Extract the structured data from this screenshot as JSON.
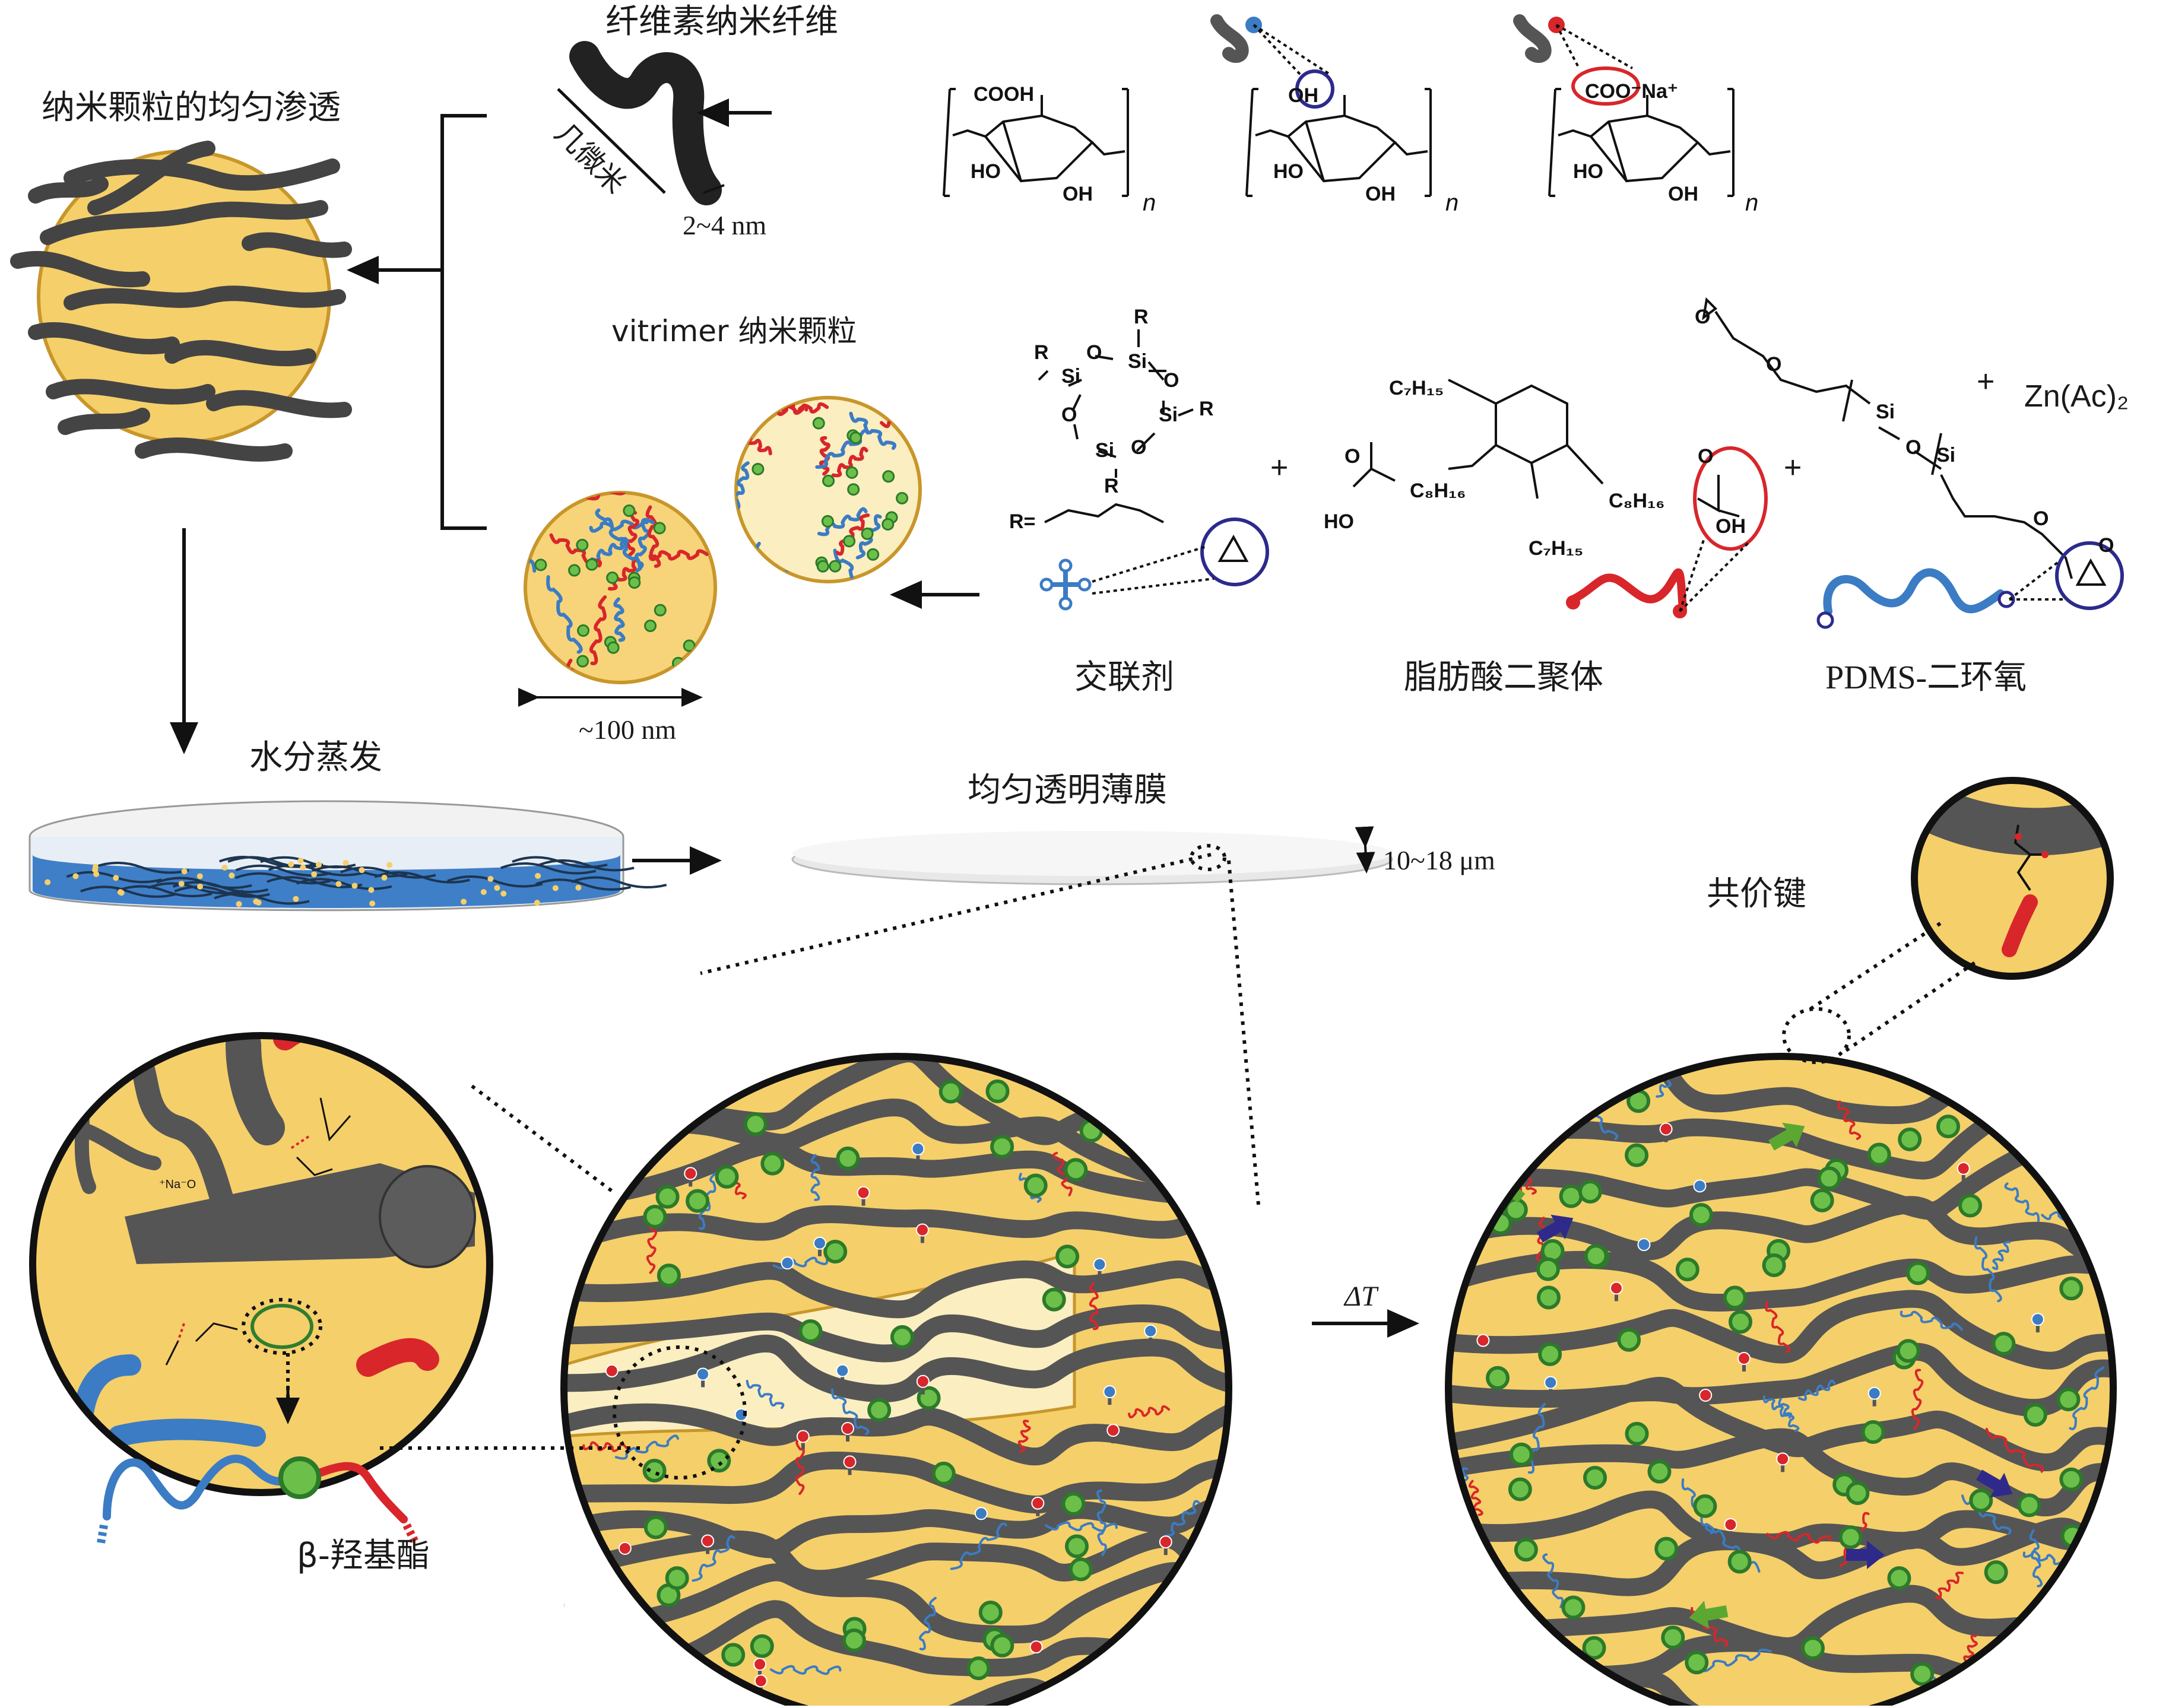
{
  "labels": {
    "nano_penetration": "纳米颗粒的均匀渗透",
    "cellulose_nanofiber": "纤维素纳米纤维",
    "micrometers": "几微米",
    "nm_2_4": "2~4 nm",
    "vitrimer_np": "vitrimer 纳米颗粒",
    "nm_100": "~100 nm",
    "crosslinker": "交联剂",
    "fatty_acid_dimer": "脂肪酸二聚体",
    "pdms_diepoxy": "PDMS-二环氧",
    "water_evaporation": "水分蒸发",
    "transparent_film": "均匀透明薄膜",
    "thickness": "10~18 μm",
    "covalent_bond": "共价键",
    "delta_t": "ΔT",
    "beta_hydroxy_ester": "β-羟基酯",
    "zn_ac": "Zn(Ac)₂",
    "plus": "+"
  },
  "chem": {
    "cooh": "COOH",
    "oh": "OH",
    "ho": "HO",
    "coo_na": "COO⁻Na⁺",
    "n": "n",
    "r_eq": "R=",
    "r": "R",
    "si": "Si",
    "o": "O",
    "c7h15": "C₇H₁₅",
    "c8h16": "C₈H₁₆",
    "na_o": "⁺Na⁻O"
  },
  "colors": {
    "fiber": "#4a4a4a",
    "matrix": "#f5cf6a",
    "matrix_light": "#fbeec0",
    "blue_chain": "#3b7cc4",
    "red_chain": "#d8262b",
    "node_green": "#6cc04a",
    "node_green_dark": "#2c7a2a",
    "arrow_purple": "#2f2a8a",
    "arrow_green": "#5aa832",
    "circle_blue": "#2d2a8c",
    "circle_red": "#d8262b",
    "circle_green": "#2f7d2f"
  }
}
